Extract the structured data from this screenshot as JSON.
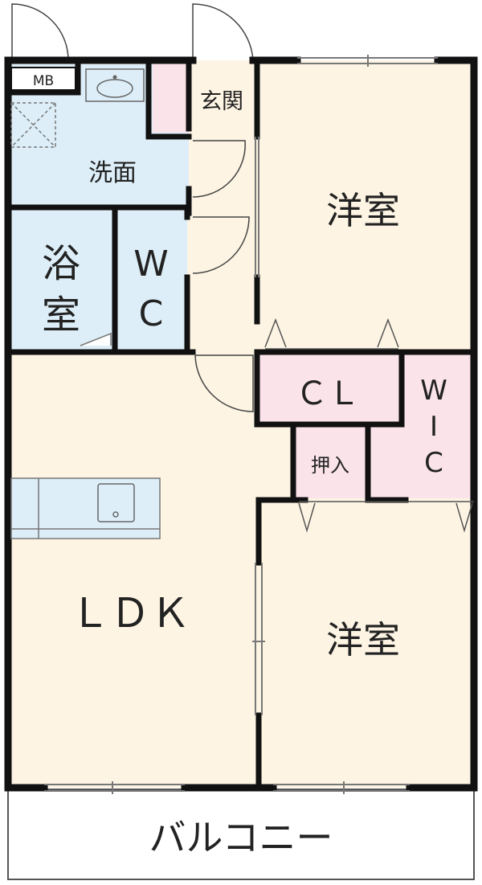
{
  "labels": {
    "mb": "MB",
    "genkan": "玄関",
    "senmen": "洗面",
    "yoshitsu_top": "洋室",
    "yoku_1": "浴",
    "yoku_2": "室",
    "wc_1": "W",
    "wc_2": "C",
    "cl": "ＣＬ",
    "wic_1": "W",
    "wic_2": "I",
    "wic_3": "C",
    "oshiire": "押入",
    "ldk": "ＬＤＫ",
    "yoshitsu_bottom": "洋室",
    "balcony": "バルコニー"
  },
  "colors": {
    "wet_area": "#ddeef8",
    "living_floor": "#fdf4e3",
    "storage": "#fbe3ea",
    "kitchen": "#ddeef8",
    "wall": "#111111",
    "balcony": "#ffffff"
  }
}
